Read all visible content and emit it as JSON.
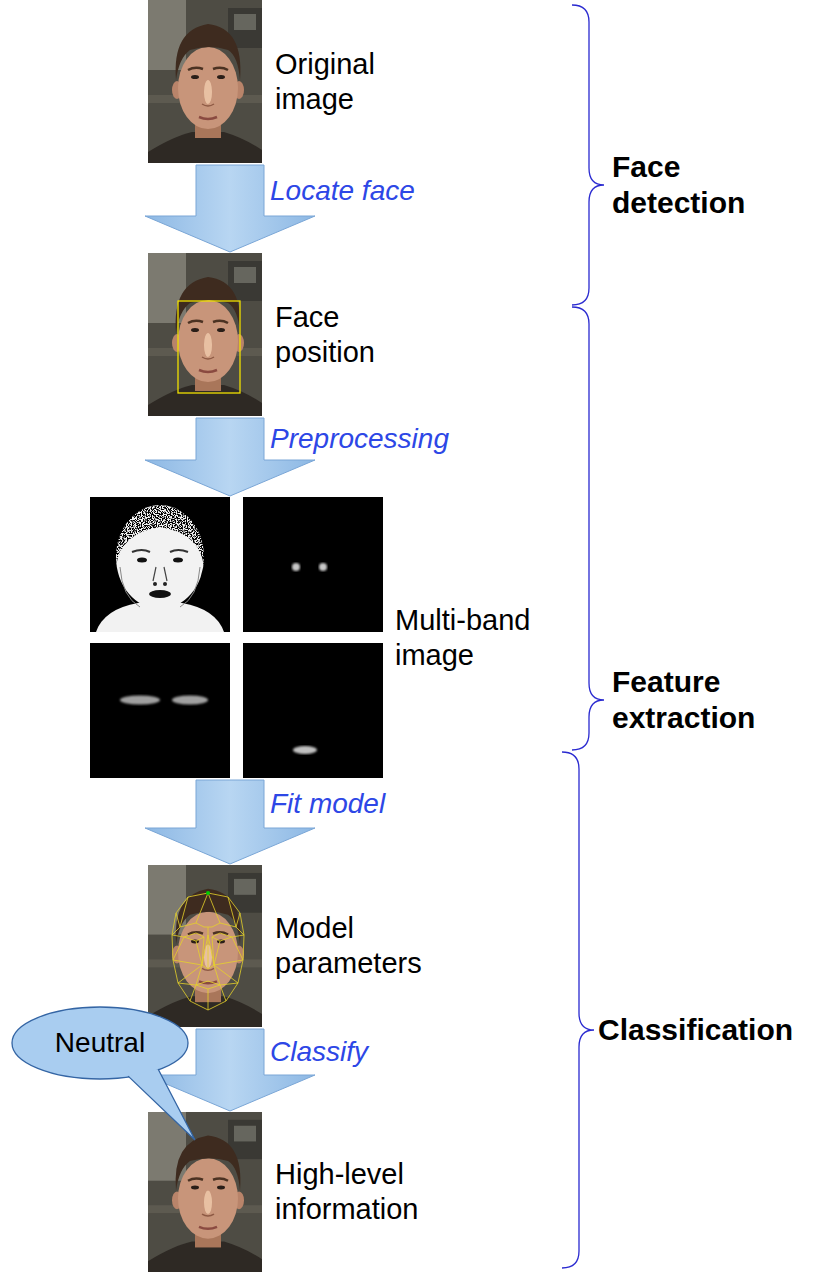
{
  "diagram": {
    "nodes": [
      {
        "text": [
          "Original image"
        ]
      },
      {
        "text": [
          "Face position"
        ]
      },
      {
        "text": [
          "Multi-band image"
        ]
      },
      {
        "text": [
          "Model parameters"
        ]
      },
      {
        "text": [
          "High-level information"
        ]
      },
      {
        "text": [
          "Neutral"
        ]
      }
    ],
    "edges": [
      {
        "from": 0,
        "to": 1,
        "arrow": "to",
        "label": "Locate face"
      },
      {
        "from": 1,
        "to": 2,
        "arrow": "to",
        "label": "Preprocessing"
      },
      {
        "from": 2,
        "to": 3,
        "arrow": "to",
        "label": "Fit model"
      },
      {
        "from": 3,
        "to": 4,
        "arrow": "to",
        "label": "Classify"
      }
    ],
    "labels": [
      "Face detection",
      "Feature extraction",
      "Classification"
    ]
  }
}
